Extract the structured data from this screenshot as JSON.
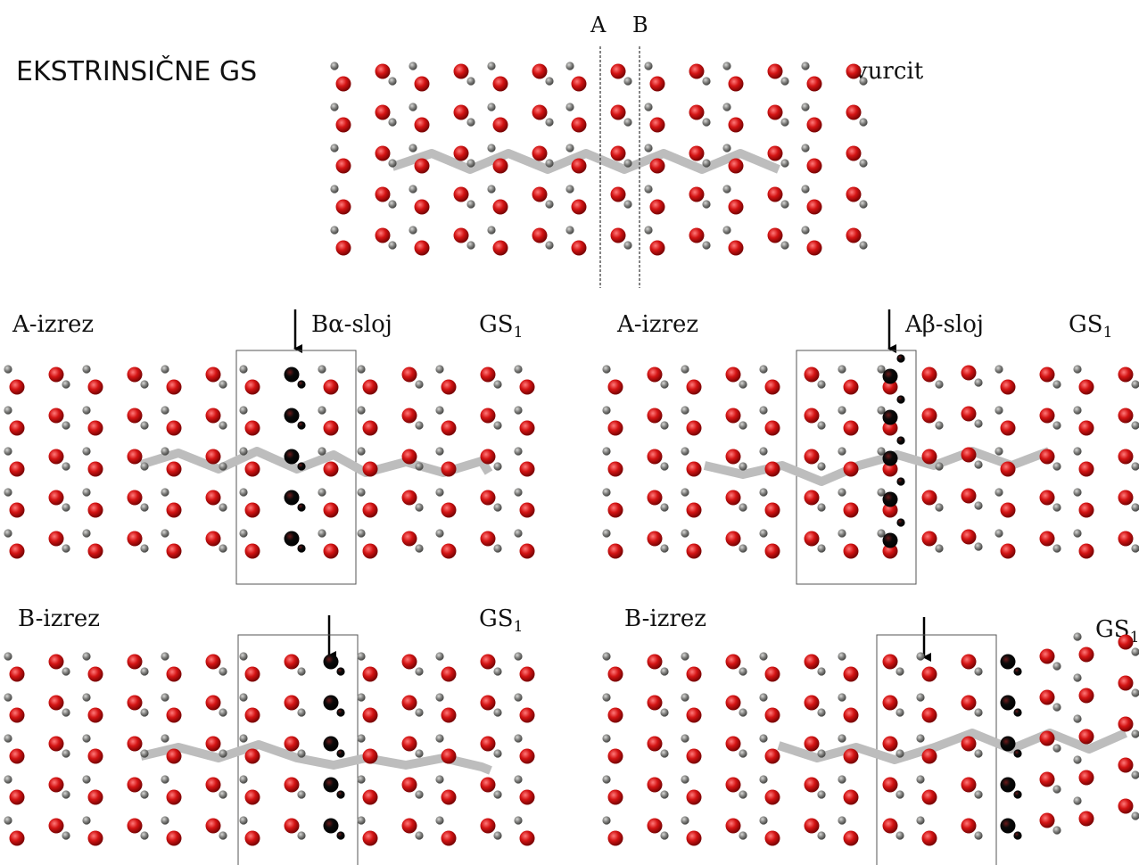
{
  "title": "EKSTRINSIČNE GS",
  "top": {
    "structure_label": "vurcit",
    "cut_a": "A",
    "cut_b": "B"
  },
  "panels": [
    {
      "cut_label": "A-izrez",
      "layer_label": "Bα-sloj",
      "gs_label": "GS",
      "gs_sub": "1"
    },
    {
      "cut_label": "A-izrez",
      "layer_label": "Aβ-sloj",
      "gs_label": "GS",
      "gs_sub": "1"
    },
    {
      "cut_label": "B-izrez",
      "layer_label": "",
      "gs_label": "GS",
      "gs_sub": "1"
    },
    {
      "cut_label": "B-izrez",
      "layer_label": "",
      "gs_label": "GS",
      "gs_sub": "1"
    }
  ],
  "colors": {
    "large_atom": "#cc1111",
    "small_atom": "#7a7a78",
    "highlight_atom": "#050505",
    "zigzag": "#bdbdbd",
    "frame": "#555555"
  }
}
